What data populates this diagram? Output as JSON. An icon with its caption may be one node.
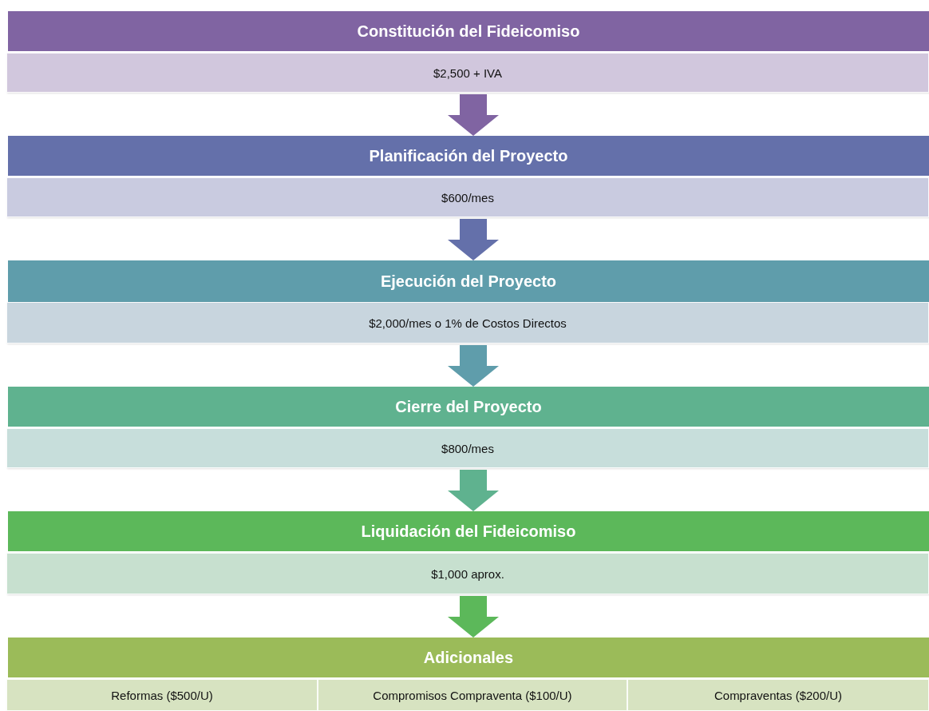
{
  "diagram": {
    "nodes": [
      {
        "text": [
          "Constitución del Fideicomiso"
        ]
      },
      {
        "text": [
          "$2,500 + IVA"
        ]
      },
      {
        "text": [
          "Planificación del Proyecto"
        ]
      },
      {
        "text": [
          "$600/mes"
        ]
      },
      {
        "text": [
          "Ejecución del Proyecto"
        ]
      },
      {
        "text": [
          "$2,000/mes o 1% de Costos Directos"
        ]
      },
      {
        "text": [
          "Cierre del Proyecto"
        ]
      },
      {
        "text": [
          "$800/mes"
        ]
      },
      {
        "text": [
          "Liquidación del Fideicomiso"
        ]
      },
      {
        "text": [
          "$1,000 aprox."
        ]
      },
      {
        "text": [
          "Adicionales"
        ]
      },
      {
        "text": [
          "Reformas ($500/U)"
        ]
      },
      {
        "text": [
          "Compromisos Compraventa ($100/U)"
        ]
      },
      {
        "text": [
          "Compraventas ($200/U)"
        ]
      }
    ],
    "edges": [
      {
        "from": 1,
        "to": 2,
        "arrow": "to",
        "color": "#8064a2"
      },
      {
        "from": 3,
        "to": 4,
        "arrow": "to",
        "color": "#6470aa"
      },
      {
        "from": 5,
        "to": 6,
        "arrow": "to",
        "color": "#5f9dab"
      },
      {
        "from": 7,
        "to": 8,
        "arrow": "to",
        "color": "#5fb28f"
      },
      {
        "from": 9,
        "to": 10,
        "arrow": "to",
        "color": "#5cb85a"
      }
    ]
  }
}
